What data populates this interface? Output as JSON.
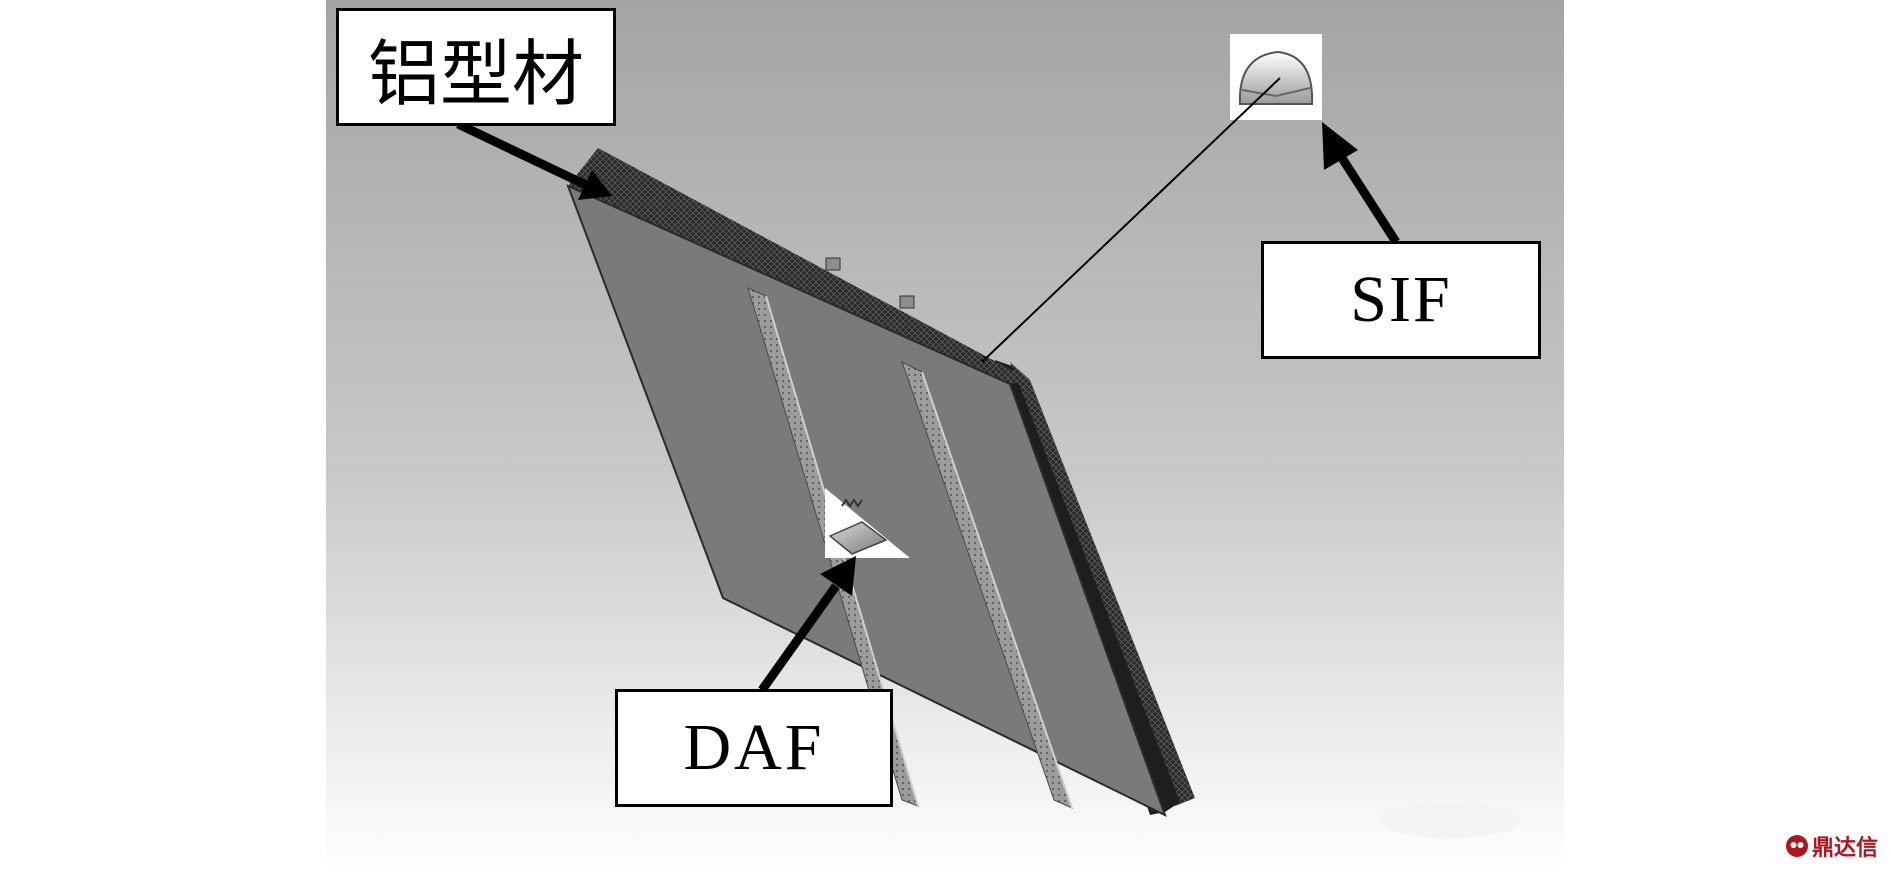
{
  "figure": {
    "labels": {
      "aluminum_profile": "铝型材",
      "sif": "SIF",
      "daf": "DAF"
    },
    "watermark": {
      "text": "鼎达信",
      "color": "#b3141b"
    },
    "colors": {
      "background_top": "#a4a4a4",
      "background_bottom": "#ffffff",
      "panel_face": "#7c7c7c",
      "panel_edge": "#1a1a1a",
      "stiffener": "#a8a8a8",
      "arrow": "#000000"
    }
  }
}
